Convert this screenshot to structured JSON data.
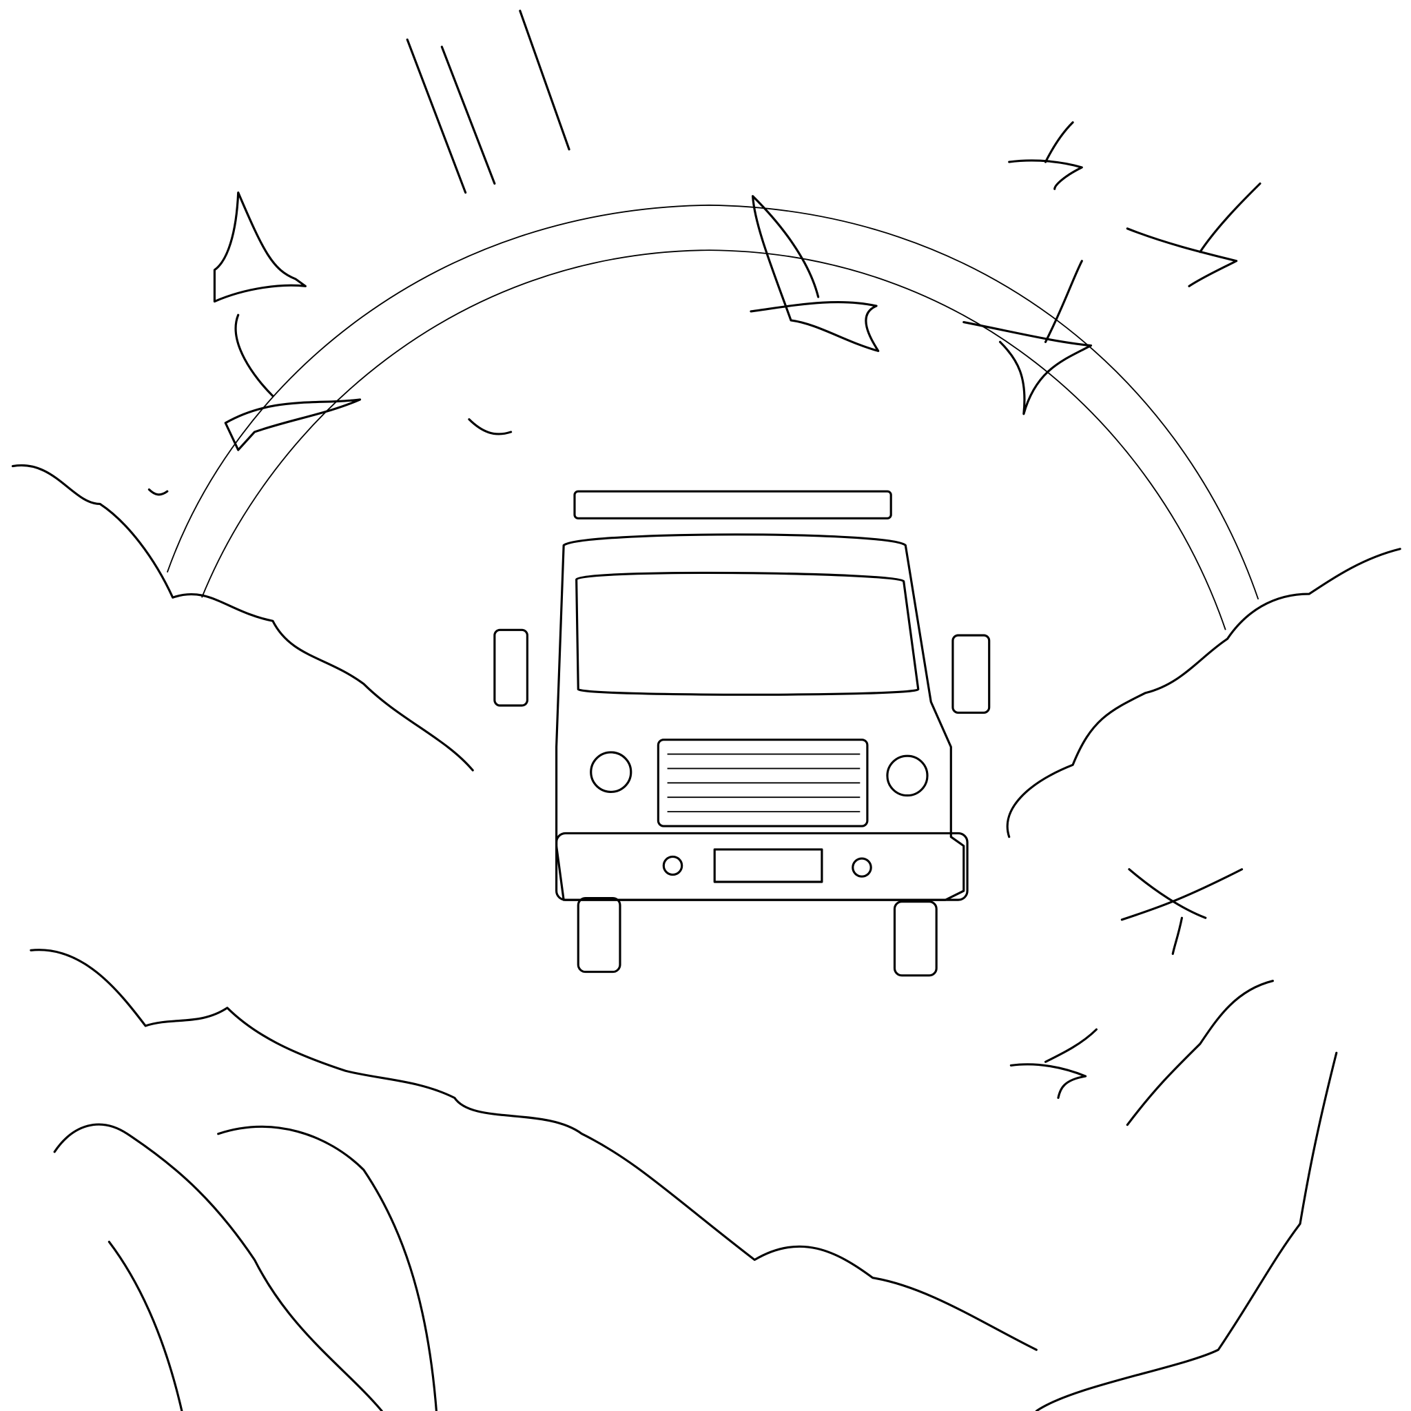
{
  "scene": {
    "style": "black-and-white line art coloring page",
    "subject": "van-flying-through-clouds",
    "colors": {
      "line": "#000000",
      "background": "#ffffff"
    },
    "elements": [
      "rainbow",
      "van",
      "birds",
      "clouds",
      "sun-rays"
    ]
  }
}
